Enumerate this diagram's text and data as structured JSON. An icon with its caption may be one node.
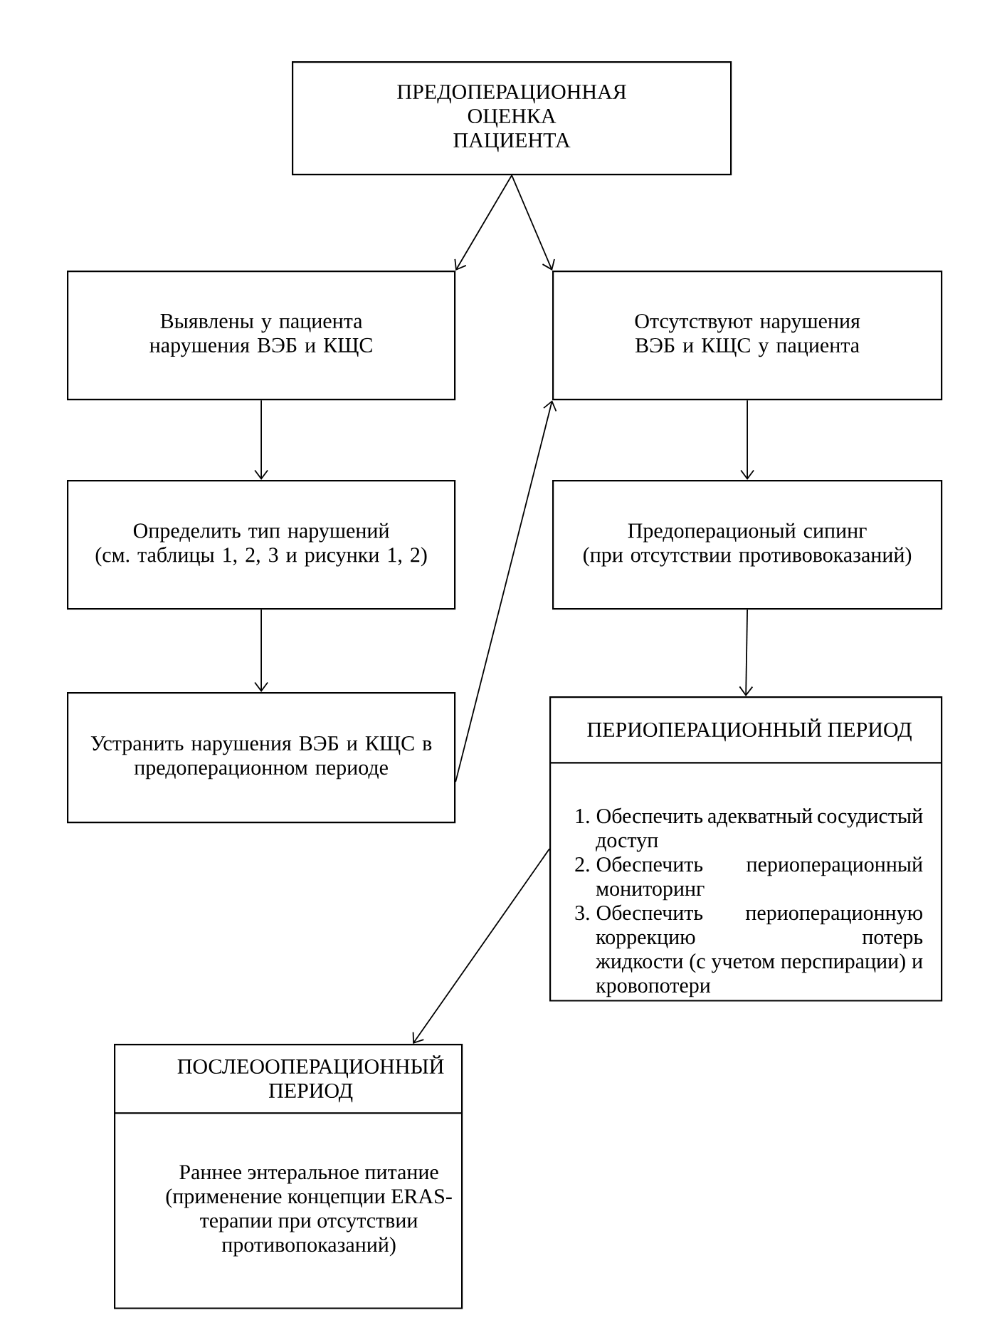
{
  "diagram": {
    "nodes": [
      {
        "text": [
          "ПРЕДОПЕРАЦИОННАЯ ОЦЕНКА ПАЦИЕНТА"
        ]
      },
      {
        "text": [
          "Выявлены у пациента нарушения ВЭБ и КЩС"
        ]
      },
      {
        "text": [
          "Отсутствуют нарушения ВЭБ и КЩС у пациента"
        ]
      },
      {
        "text": [
          "Определить тип нарушений (см. таблицы 1, 2, 3 и рисунки 1, 2)"
        ]
      },
      {
        "text": [
          "Предоперационый сипинг (при отсутствии противовоказаний)"
        ]
      },
      {
        "text": [
          "Устранить нарушения ВЭБ и КЩС в предоперационном периоде"
        ]
      },
      {
        "text": [
          "ПЕРИОПЕРАЦИОННЫЙ ПЕРИОД",
          "1. Обеспечить адекватный сосудистый доступ",
          "2. Обеспечить периоперационный мониторинг",
          "3. Обеспечить периоперационную коррекцию потерь жидкости (с учетом перспирации) и кровопотери"
        ]
      },
      {
        "text": [
          "ПОСЛЕООПЕРАЦИОННЫЙ ПЕРИОД",
          "Раннее энтеральное питание (применение концепции ERAS-терапии при отсутствии противопоказаний)"
        ]
      }
    ],
    "edges": [
      {
        "from": 0,
        "to": 1,
        "arrow": "to"
      },
      {
        "from": 0,
        "to": 2,
        "arrow": "to"
      },
      {
        "from": 1,
        "to": 3,
        "arrow": "to"
      },
      {
        "from": 3,
        "to": 5,
        "arrow": "to"
      },
      {
        "from": 5,
        "to": 2,
        "arrow": "to"
      },
      {
        "from": 2,
        "to": 4,
        "arrow": "to"
      },
      {
        "from": 4,
        "to": 6,
        "arrow": "to"
      },
      {
        "from": 6,
        "to": 7,
        "arrow": "to"
      }
    ]
  }
}
